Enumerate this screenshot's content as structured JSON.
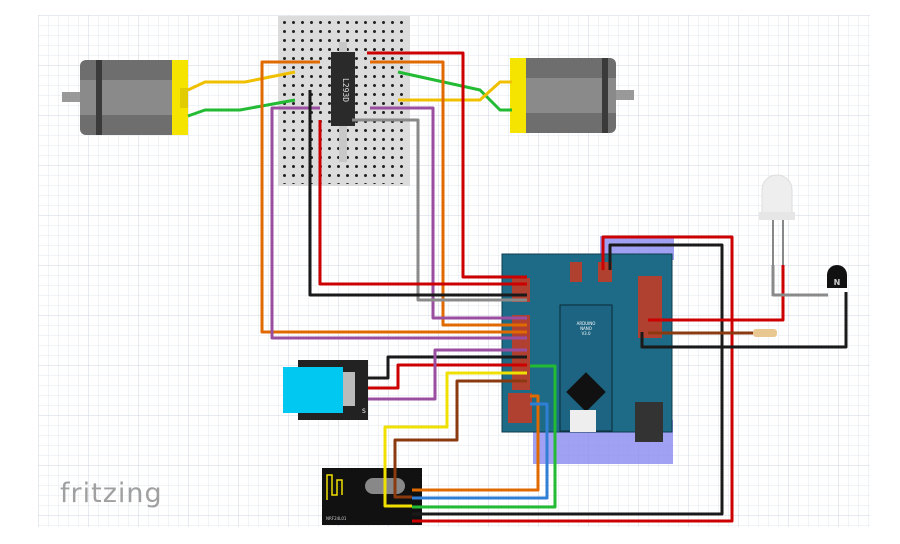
{
  "logo": "fritzing",
  "components": {
    "driver_chip": {
      "label": "L293D"
    },
    "microcontroller": {
      "label_line1": "ARDUINO",
      "label_line2": "NANO",
      "label_line3": "V3.0"
    },
    "transistor": {
      "label": "N"
    },
    "dht_sensor": {
      "label": "S"
    },
    "radio_module": {
      "label": "NRF24L01"
    }
  },
  "colors": {
    "shield": "#1d6b86",
    "highlight": "#8a8af0",
    "breadboard": "#dcdcdc",
    "motor_terminal": "#f5e400",
    "sensor": "#00c8f0",
    "wire_red": "#cc0000",
    "wire_black": "#1a1a1a",
    "wire_orange": "#e06a00",
    "wire_purple": "#9a4ea0",
    "wire_gray": "#8a8a8a",
    "wire_yellow": "#f0e000",
    "wire_green": "#22bb33",
    "wire_brown": "#8b3a10",
    "wire_blue": "#2f7fd6"
  }
}
